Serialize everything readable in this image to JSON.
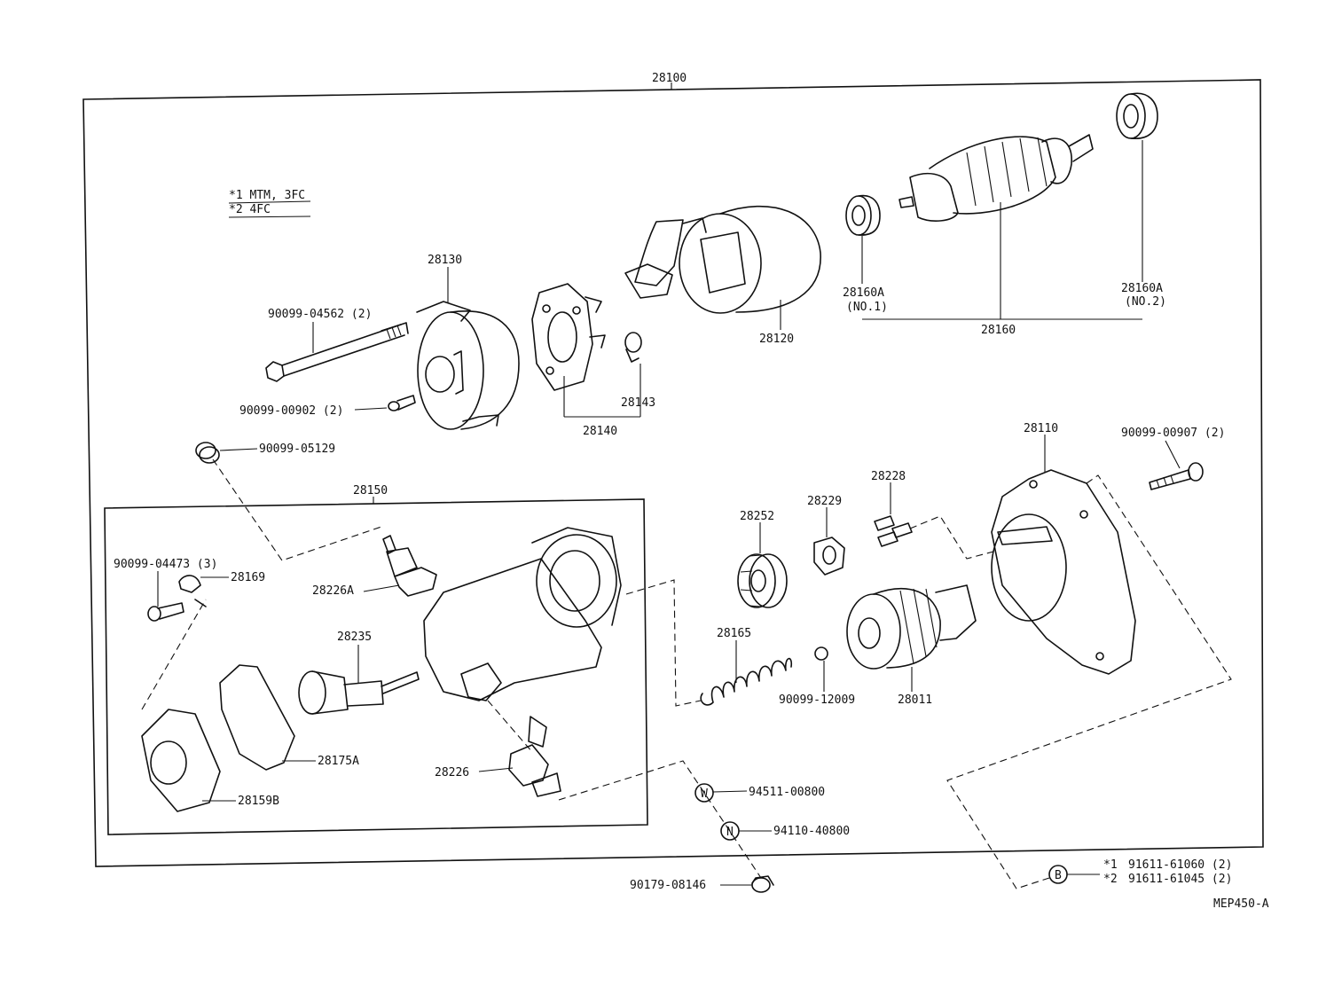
{
  "diagram": {
    "assembly_label": "28100",
    "notes": {
      "n1": "*1 MTM, 3FC",
      "n2": "*2 4FC"
    },
    "subassembly_label": "28150",
    "code": "MEP450-A",
    "symbols": {
      "w": "W",
      "n": "N",
      "b": "B"
    },
    "callouts": {
      "c28130": "28130",
      "c90099_04562": "90099-04562 (2)",
      "c90099_00902": "90099-00902 (2)",
      "c90099_05129": "90099-05129",
      "c28143": "28143",
      "c28140": "28140",
      "c28120": "28120",
      "c28160a_1": "28160A",
      "c28160a_1_sub": "(NO.1)",
      "c28160a_2": "28160A",
      "c28160a_2_sub": "(NO.2)",
      "c28160": "28160",
      "c28110": "28110",
      "c90099_00907": "90099-00907 (2)",
      "c28228": "28228",
      "c28229": "28229",
      "c28252": "28252",
      "c28165": "28165",
      "c90099_12009": "90099-12009",
      "c28011": "28011",
      "c90099_04473": "90099-04473 (3)",
      "c28169": "28169",
      "c28226a": "28226A",
      "c28235": "28235",
      "c28175a": "28175A",
      "c28159b": "28159B",
      "c28226": "28226",
      "c94511_00800": "94511-00800",
      "c94110_40800": "94110-40800",
      "c90179_08146": "90179-08146",
      "b1_mark": "*1",
      "b1_part": "91611-61060 (2)",
      "b2_mark": "*2",
      "b2_part": "91611-61045 (2)"
    }
  }
}
